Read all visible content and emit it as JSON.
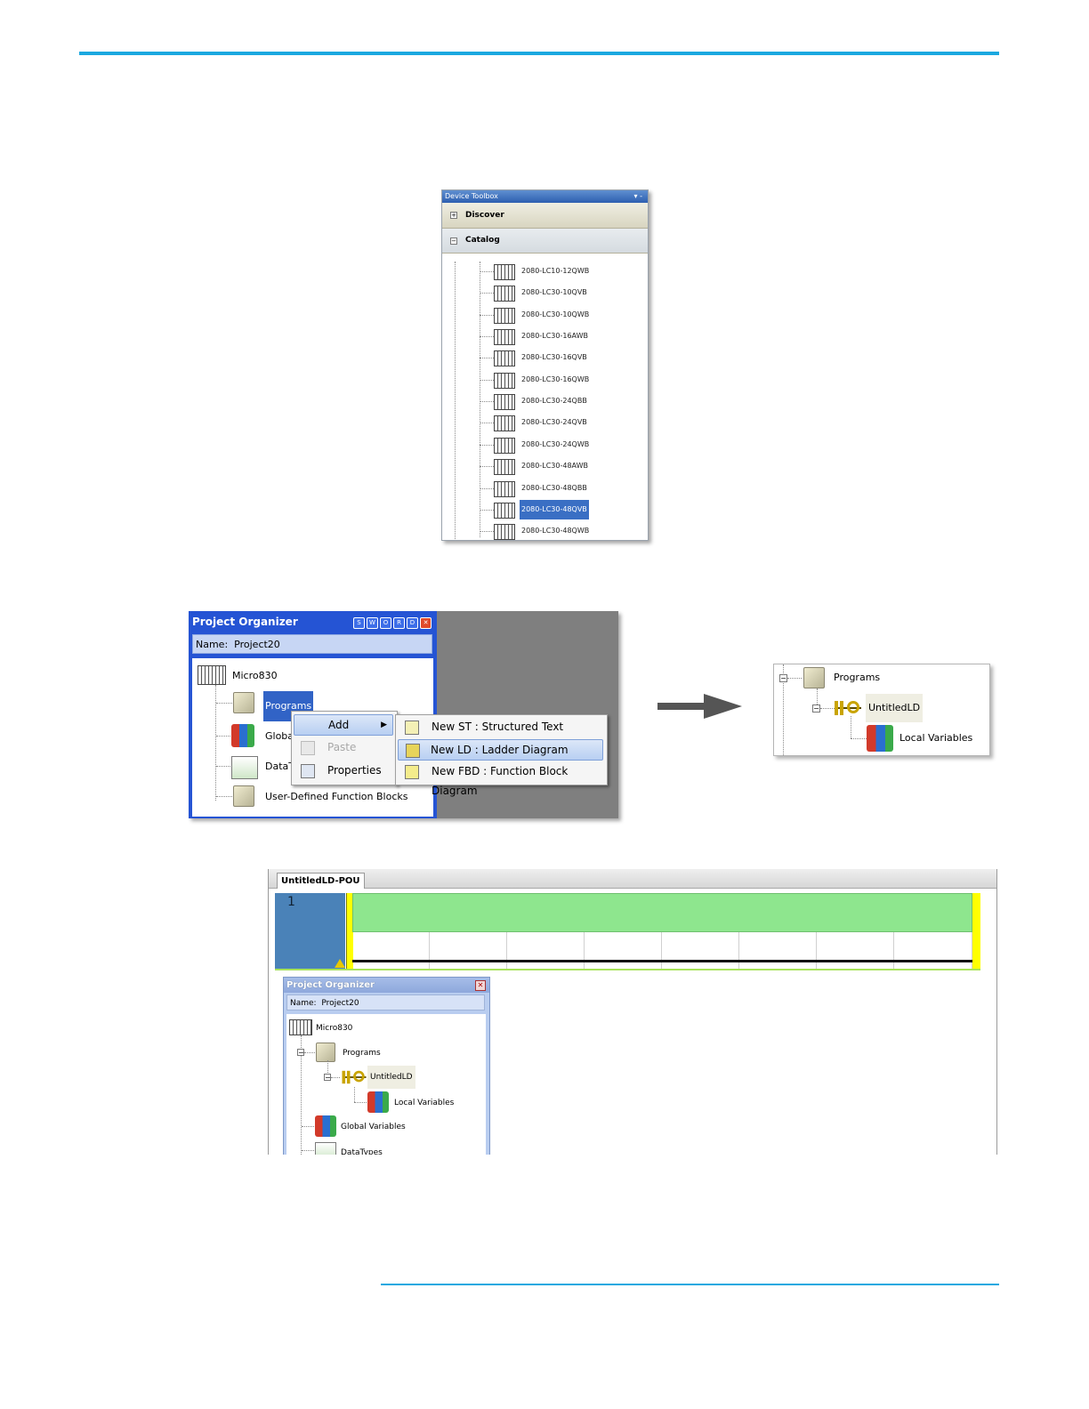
{
  "device_toolbox": {
    "title": "Device Toolbox",
    "discover_label": "Discover",
    "catalog_label": "Catalog",
    "items": [
      "2080-LC10-12QWB",
      "2080-LC30-10QVB",
      "2080-LC30-10QWB",
      "2080-LC30-16AWB",
      "2080-LC30-16QVB",
      "2080-LC30-16QWB",
      "2080-LC30-24QBB",
      "2080-LC30-24QVB",
      "2080-LC30-24QWB",
      "2080-LC30-48AWB",
      "2080-LC30-48QBB",
      "2080-LC30-48QVB",
      "2080-LC30-48QWB"
    ],
    "selected_index": 11
  },
  "project_organizer": {
    "title": "Project Organizer",
    "title_buttons": [
      "S",
      "W",
      "O",
      "R",
      "D"
    ],
    "name_label": "Name:",
    "name_value": "Project20",
    "tree": {
      "controller": "Micro830",
      "programs": "Programs",
      "global_variables_truncated": "Globa",
      "datatypes_truncated": "DataT",
      "udfb": "User-Defined Function Blocks"
    }
  },
  "context_menu": {
    "items": [
      "Add",
      "Paste",
      "Properties"
    ],
    "submenu": [
      "New ST : Structured Text",
      "New LD : Ladder Diagram",
      "New FBD : Function Block Diagram"
    ]
  },
  "result_tree": {
    "programs": "Programs",
    "program": "UntitledLD",
    "local_variables": "Local Variables"
  },
  "editor": {
    "tab_label": "UntitledLD-POU",
    "rung_number": "1",
    "organizer": {
      "title": "Project Organizer",
      "name_label": "Name:",
      "name_value": "Project20",
      "controller": "Micro830",
      "programs": "Programs",
      "program": "UntitledLD",
      "local_variables": "Local Variables",
      "global_variables": "Global Variables",
      "datatypes": "DataTypes"
    }
  },
  "colors": {
    "accent_rule": "#1ba8e0",
    "organizer_blue": "#2554d4",
    "rung_green": "#8ee68e",
    "rail_yellow": "#ffff00",
    "selection_blue": "#3a6fc4"
  },
  "icons": [
    "plc-controller-icon",
    "folder-icon",
    "variables-cube-icon",
    "datatypes-icon",
    "ladder-diagram-icon",
    "structured-text-icon",
    "function-block-icon",
    "paste-icon",
    "properties-icon"
  ]
}
